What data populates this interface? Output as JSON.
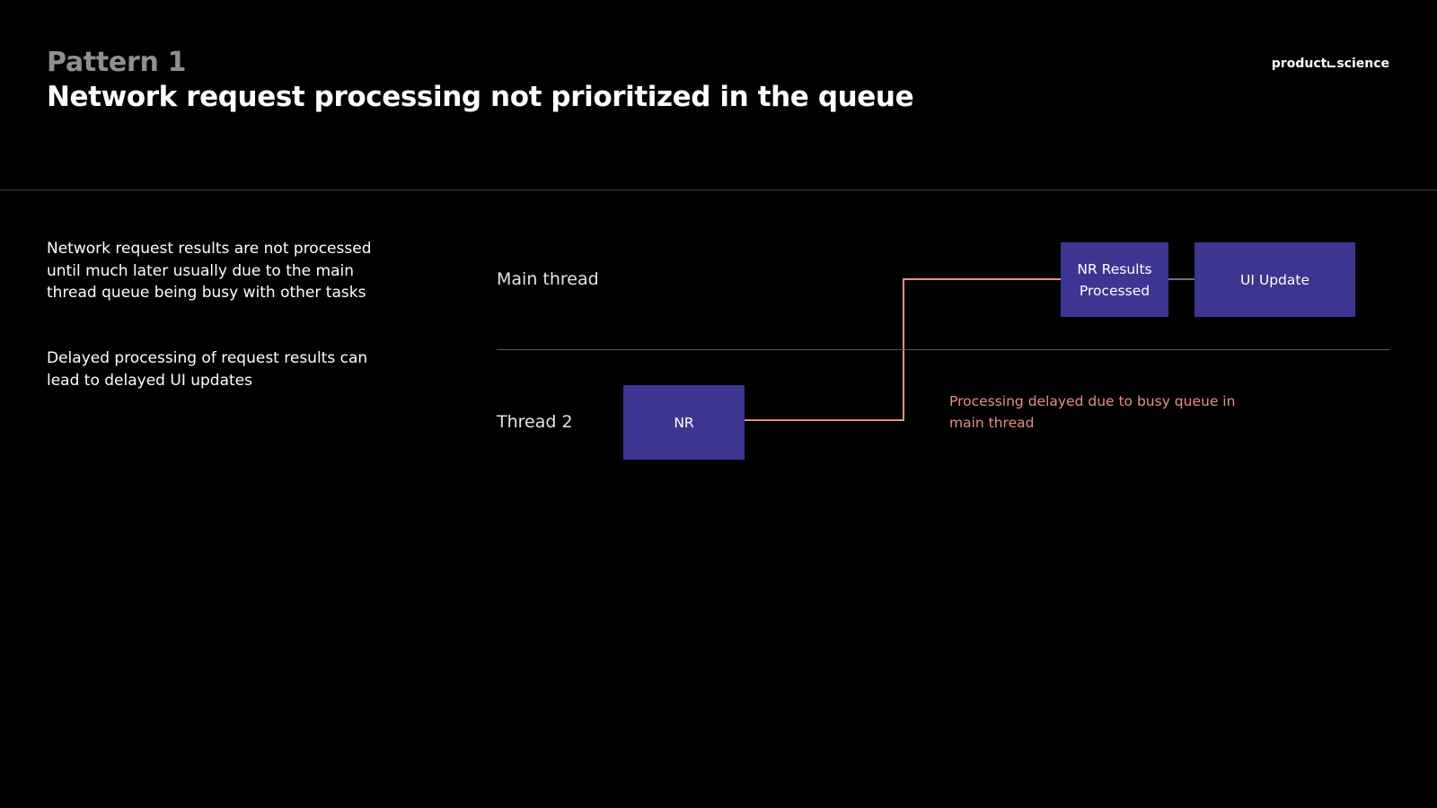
{
  "header": {
    "pattern_label": "Pattern 1",
    "title": "Network request processing not prioritized in the queue"
  },
  "brand": {
    "left": "product",
    "right": "science"
  },
  "description": {
    "paragraph1": "Network request results are not processed until much later usually due to the main thread queue being busy with other tasks",
    "paragraph2": "Delayed processing of request results can lead to delayed UI updates"
  },
  "diagram": {
    "lanes": {
      "main": "Main thread",
      "thread2": "Thread 2"
    },
    "boxes": {
      "nr": "NR",
      "nr_results": "NR Results Processed",
      "ui_update": "UI Update"
    },
    "delay_note": "Processing delayed due to busy queue in main thread"
  },
  "colors": {
    "background": "#000000",
    "box_fill": "#3d3690",
    "connector": "#e88e86",
    "muted_label": "#8f8f8f"
  }
}
